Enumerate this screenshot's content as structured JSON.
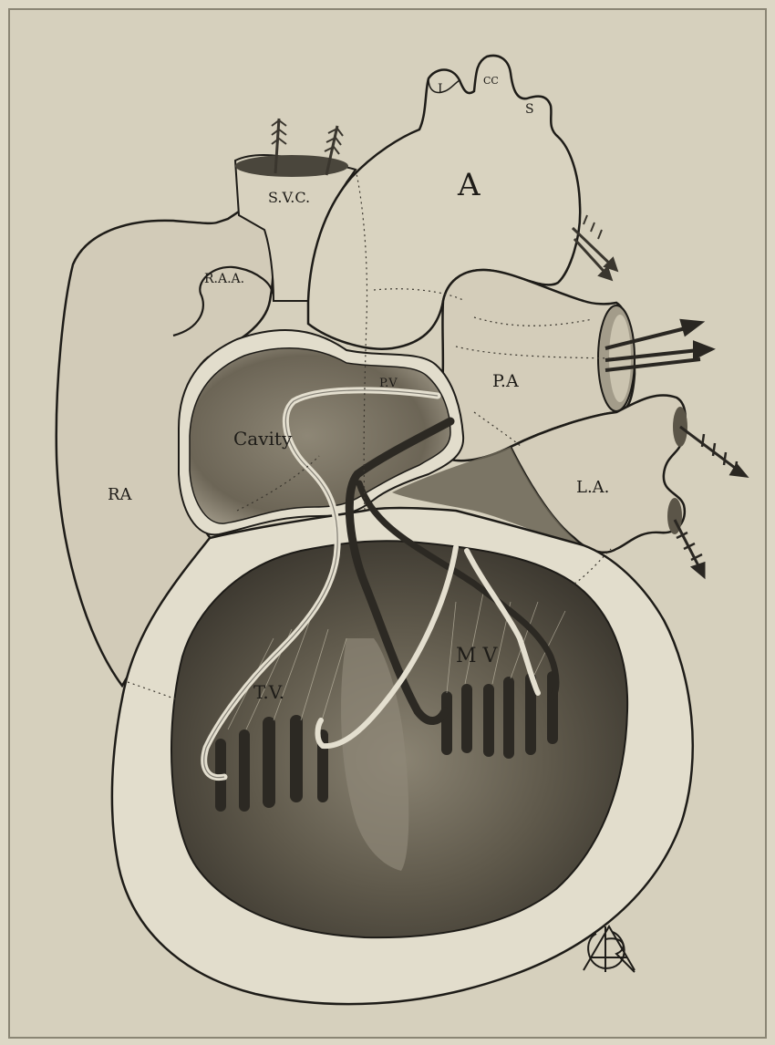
{
  "labels": {
    "innominate": "I",
    "common_carotid": "CC",
    "subclavian": "S",
    "aorta": "A",
    "superior_vena_cava": "S.V.C.",
    "right_auricular_appendix": "R.A.A.",
    "pulmonary_artery": "P.A",
    "left_atrium": "L.A.",
    "right_atrium": "RA",
    "cavity": "Cavity",
    "pulmonary_valve": "P.V",
    "tricuspid_valve": "T.V.",
    "mitral_valve": "M V"
  },
  "colors": {
    "paper": "#ddd8c6",
    "plate": "#d6d0bd",
    "chamber_fill": "#cdc6b2",
    "ink": "#1e1c18",
    "shadow": "#5b5548",
    "pale_band": "#e4dfcf"
  }
}
